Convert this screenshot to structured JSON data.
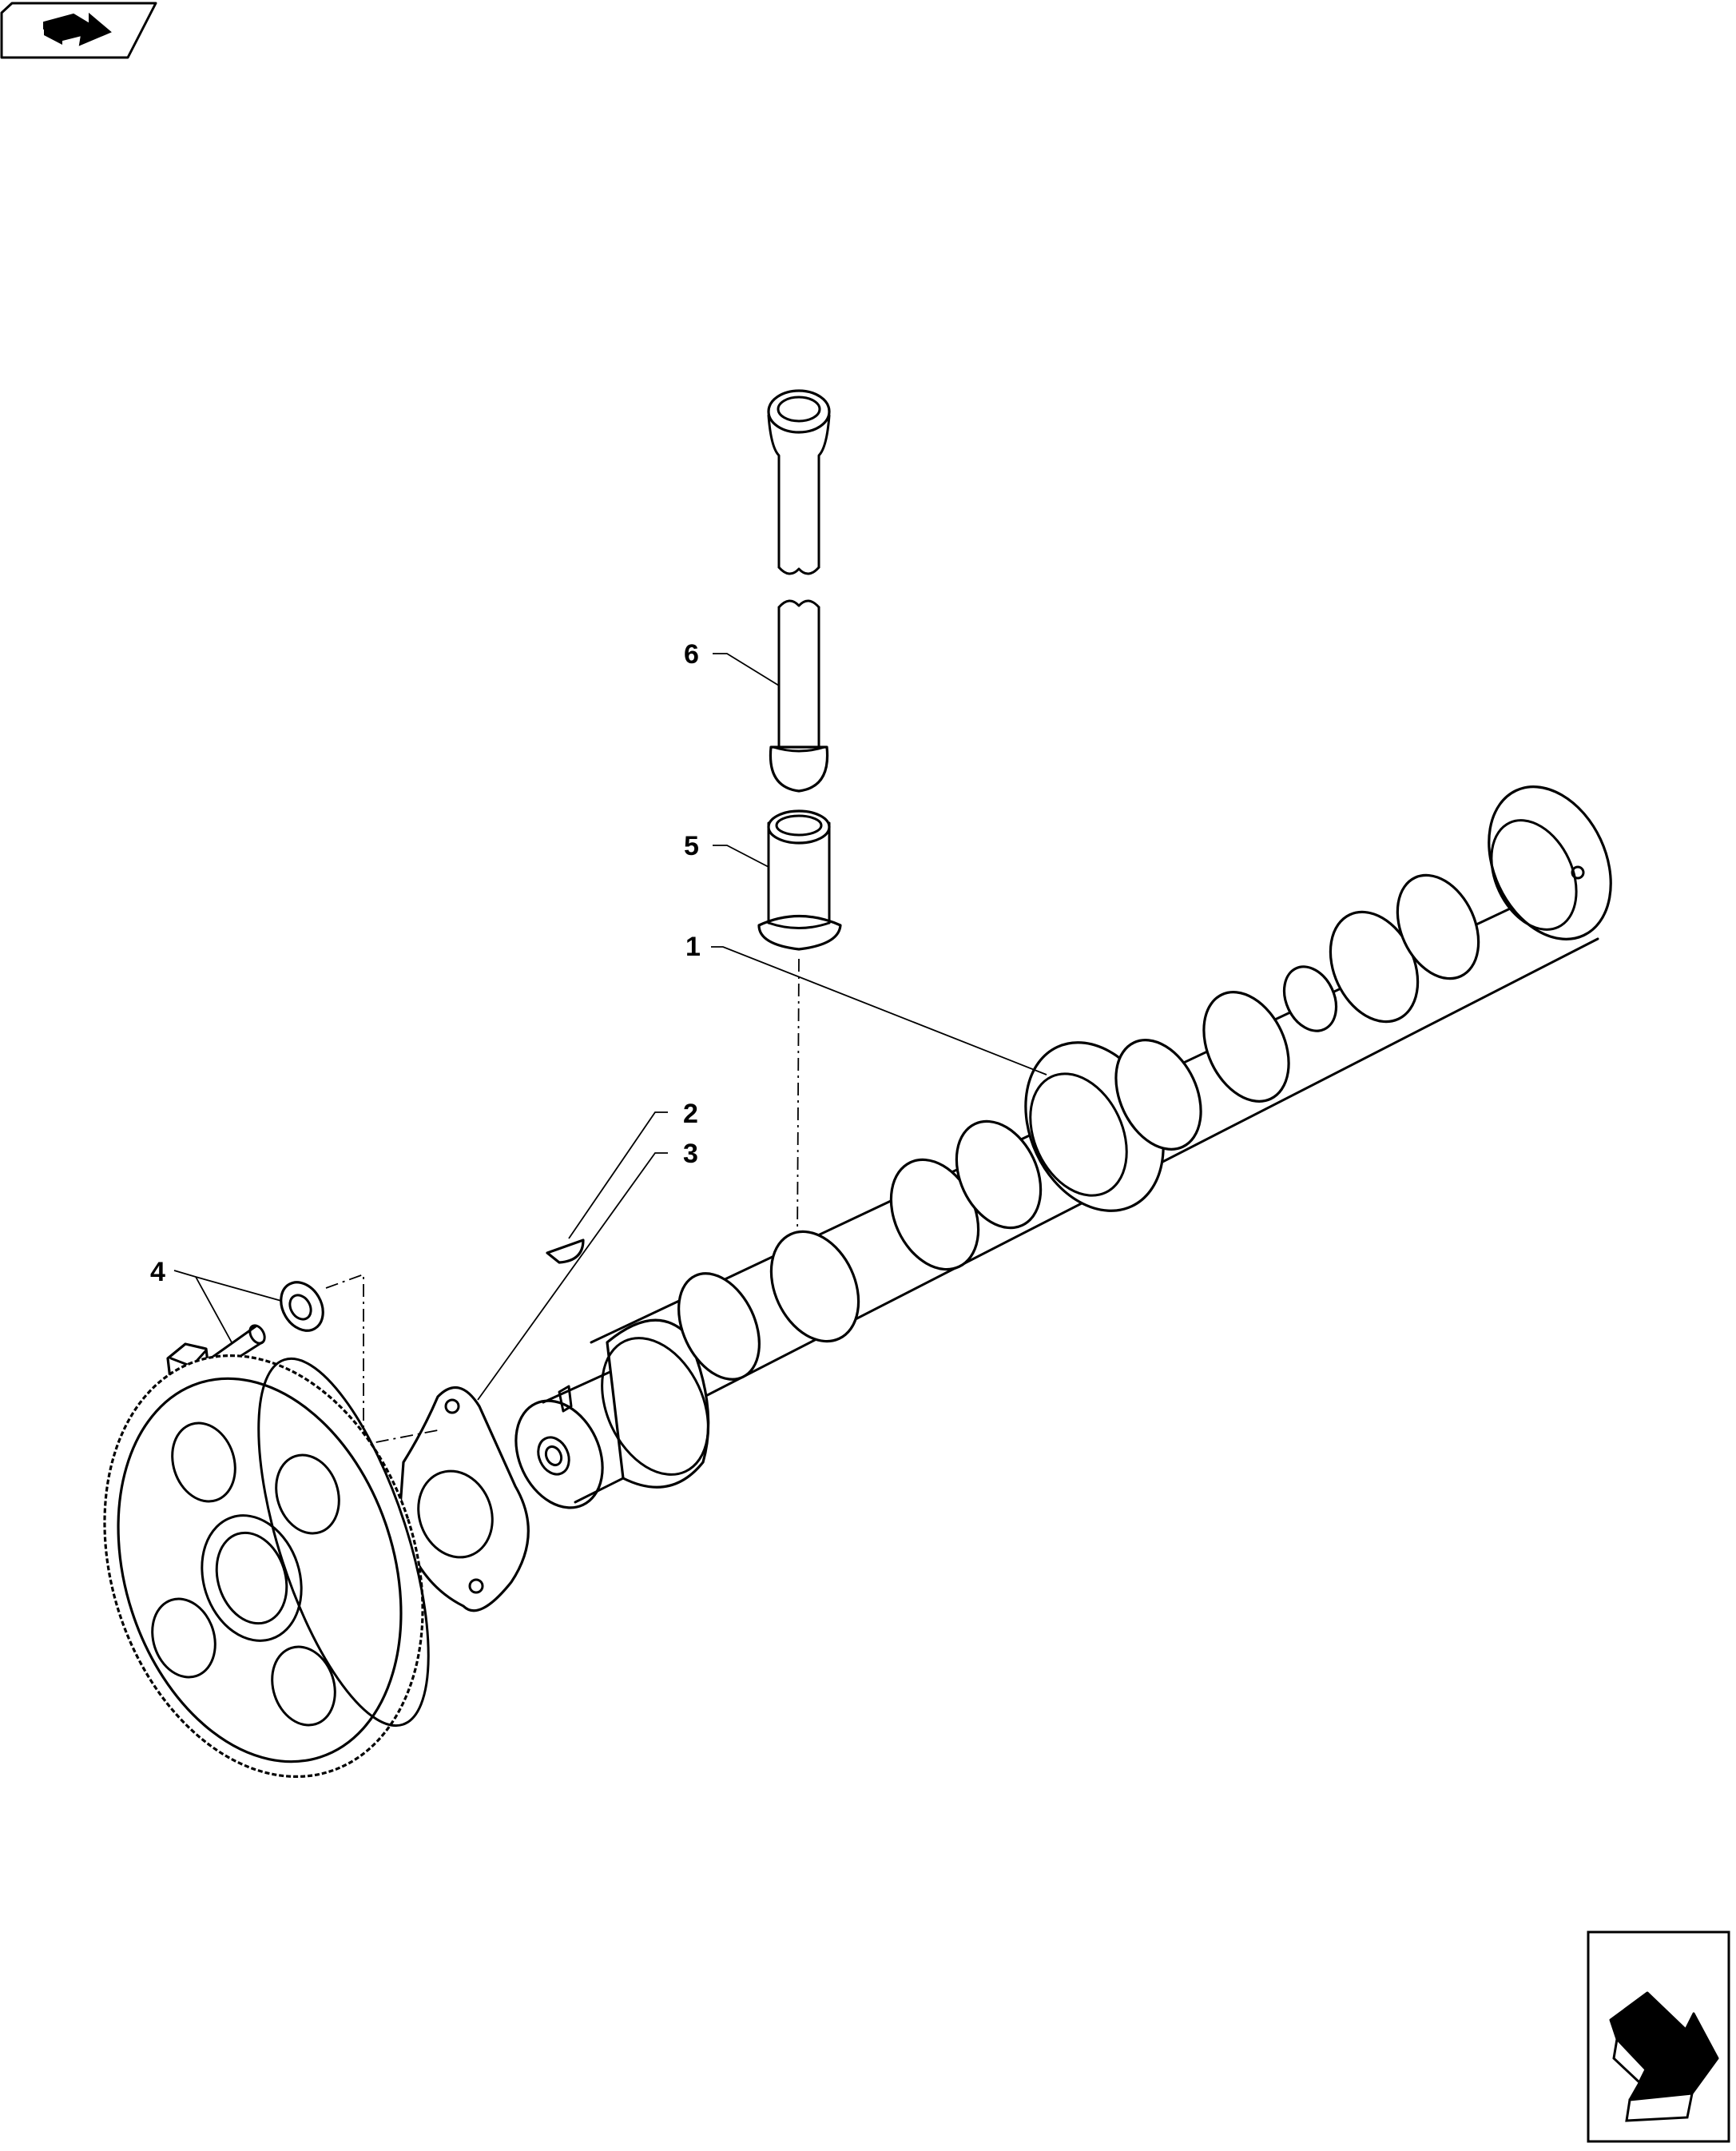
{
  "callouts": [
    {
      "id": "1",
      "label": "1"
    },
    {
      "id": "2",
      "label": "2"
    },
    {
      "id": "3",
      "label": "3"
    },
    {
      "id": "4",
      "label": "4"
    },
    {
      "id": "5",
      "label": "5"
    },
    {
      "id": "6",
      "label": "6"
    }
  ],
  "icons": {
    "top_left": "book-arrow-icon",
    "bottom_right": "next-page-arrow-icon"
  }
}
